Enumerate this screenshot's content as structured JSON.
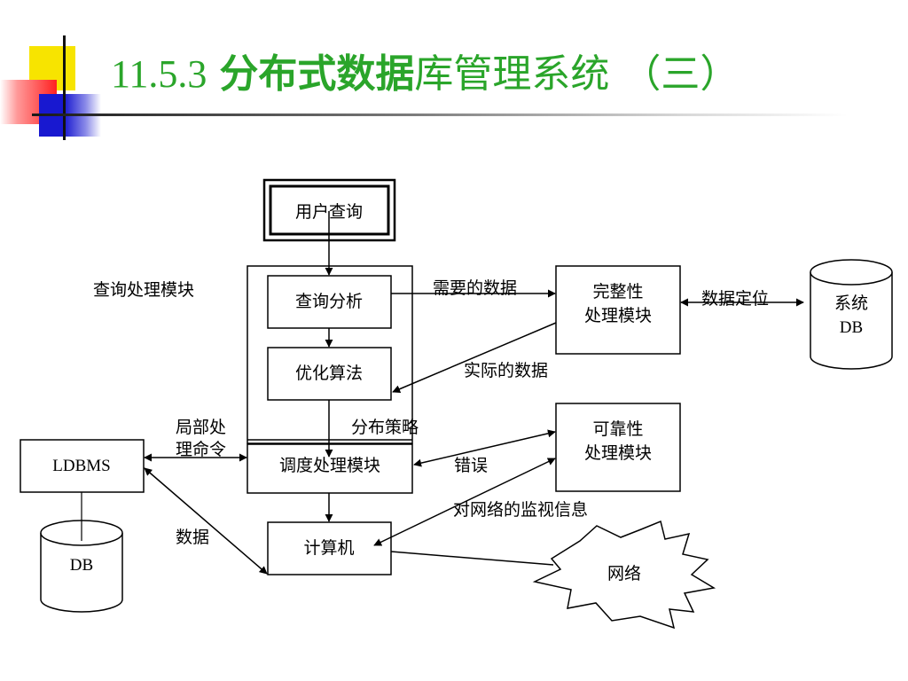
{
  "title": {
    "number": "11.5.3",
    "bold_part": "分布式数据",
    "rest": "库管理系统 （三）"
  },
  "nodes": {
    "user_query": "用户查询",
    "query_module_label": "查询处理模块",
    "query_analysis": "查询分析",
    "optimization": "优化算法",
    "scheduling": "调度处理模块",
    "computer": "计算机",
    "integrity": [
      "完整性",
      "处理模块"
    ],
    "reliability": [
      "可靠性",
      "处理模块"
    ],
    "system_db": [
      "系统",
      "DB"
    ],
    "ldbms": "LDBMS",
    "local_db": "DB",
    "network": "网络"
  },
  "edges": {
    "needed_data": "需要的数据",
    "data_locate": "数据定位",
    "actual_data": "实际的数据",
    "distribution_strategy": "分布策略",
    "local_command": [
      "局部处",
      "理命令"
    ],
    "error": "错误",
    "network_monitor": "对网络的监视信息",
    "data": "数据"
  }
}
